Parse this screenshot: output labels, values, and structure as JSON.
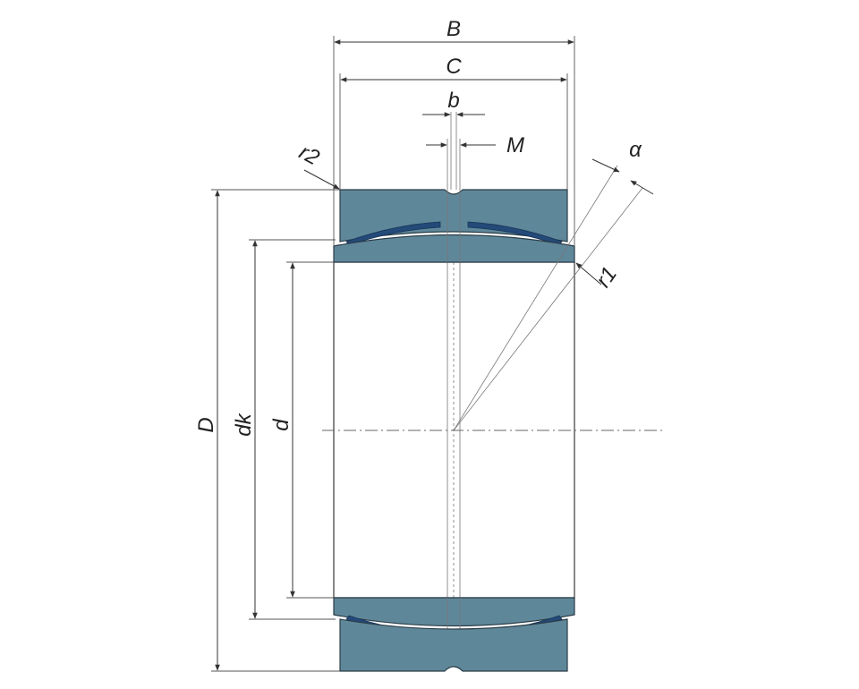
{
  "diagram": {
    "labels": {
      "B": "B",
      "C": "C",
      "b": "b",
      "M": "M",
      "r2": "r2",
      "r1": "r1",
      "alpha": "α",
      "D": "D",
      "dk": "dk",
      "d": "d"
    },
    "colors": {
      "ring": "#5f879a",
      "liner": "#234a78",
      "outline": "#2b3d47",
      "dimension": "#333333"
    }
  }
}
